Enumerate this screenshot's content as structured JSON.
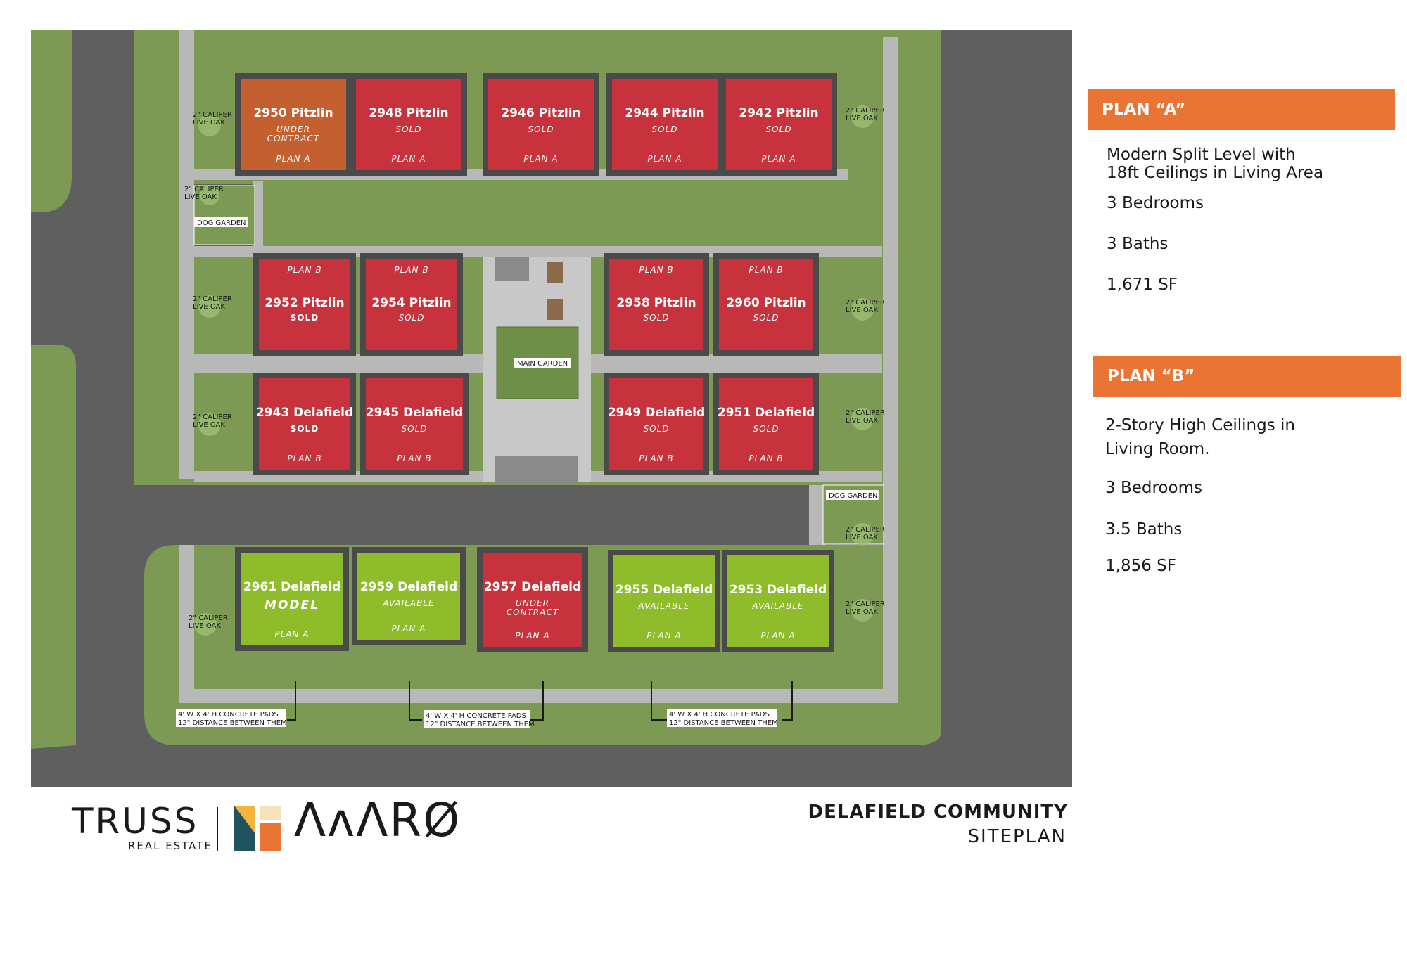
{
  "colors": {
    "sold": "#c8323c",
    "under_contract": "#c4602f",
    "available": "#8fbc2b",
    "accent": "#ea7434",
    "road": "#5f5f5f",
    "grass": "#7d9a55",
    "sidewalk": "#b8b8b8"
  },
  "lots": [
    {
      "name": "2950 Pitzlin",
      "status": "UNDER CONTRACT",
      "plan": "PLAN A",
      "state": "under_contract"
    },
    {
      "name": "2948 Pitzlin",
      "status": "SOLD",
      "plan": "PLAN A",
      "state": "sold"
    },
    {
      "name": "2946 Pitzlin",
      "status": "SOLD",
      "plan": "PLAN A",
      "state": "sold"
    },
    {
      "name": "2944 Pitzlin",
      "status": "SOLD",
      "plan": "PLAN A",
      "state": "sold"
    },
    {
      "name": "2942 Pitzlin",
      "status": "SOLD",
      "plan": "PLAN A",
      "state": "sold"
    },
    {
      "name": "2952 Pitzlin",
      "status": "SOLD",
      "plan": "PLAN B",
      "state": "sold"
    },
    {
      "name": "2954 Pitzlin",
      "status": "SOLD",
      "plan": "PLAN B",
      "state": "sold"
    },
    {
      "name": "2958 Pitzlin",
      "status": "SOLD",
      "plan": "PLAN B",
      "state": "sold"
    },
    {
      "name": "2960 Pitzlin",
      "status": "SOLD",
      "plan": "PLAN B",
      "state": "sold"
    },
    {
      "name": "2943 Delafield",
      "status": "SOLD",
      "plan": "PLAN B",
      "state": "sold"
    },
    {
      "name": "2945 Delafield",
      "status": "SOLD",
      "plan": "PLAN B",
      "state": "sold"
    },
    {
      "name": "2949 Delafield",
      "status": "SOLD",
      "plan": "PLAN B",
      "state": "sold"
    },
    {
      "name": "2951 Delafield",
      "status": "SOLD",
      "plan": "PLAN B",
      "state": "sold"
    },
    {
      "name": "2961 Delafield",
      "status": "MODEL",
      "plan": "PLAN A",
      "state": "available"
    },
    {
      "name": "2959 Delafield",
      "status": "AVAILABLE",
      "plan": "PLAN A",
      "state": "available"
    },
    {
      "name": "2957 Delafield",
      "status": "UNDER CONTRACT",
      "plan": "PLAN A",
      "state": "sold"
    },
    {
      "name": "2955 Delafield",
      "status": "AVAILABLE",
      "plan": "PLAN A",
      "state": "available"
    },
    {
      "name": "2953 Delafield",
      "status": "AVAILABLE",
      "plan": "PLAN A",
      "state": "available"
    }
  ],
  "tree_label": [
    "2\" CALIPER",
    "LIVE OAK"
  ],
  "dog_garden_label": "DOG GARDEN",
  "main_garden_label": "MAIN GARDEN",
  "pad_label": [
    "4' W X 4' H CONCRETE PADS",
    "12\" DISTANCE BETWEEN THEM"
  ],
  "plan_a": {
    "header": "PLAN “A”",
    "description": [
      "Modern Split Level with",
      "18ft Ceilings in Living Area"
    ],
    "bedrooms": "3 Bedrooms",
    "baths": "3 Baths",
    "sqft": "1,671 SF"
  },
  "plan_b": {
    "header": "PLAN “B”",
    "description": [
      "2-Story High Ceilings in",
      "Living Room."
    ],
    "bedrooms": "3 Bedrooms",
    "baths": "3.5 Baths",
    "sqft": "1,856 SF"
  },
  "community": {
    "title": "DELAFIELD COMMUNITY",
    "subtitle": "SITEPLAN"
  },
  "logos": {
    "truss": "TRUSS",
    "truss_sub": "REAL ESTATE",
    "naro": "ɅʌɅRØ"
  }
}
